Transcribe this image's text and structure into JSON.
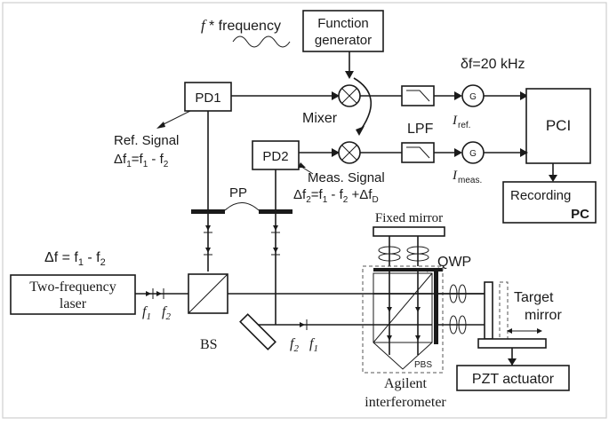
{
  "labels": {
    "function_generator_line1": "Function",
    "function_generator_line2": "generator",
    "f_star_italic": "f",
    "f_star_rest": "* frequency",
    "pd1": "PD1",
    "pd2": "PD2",
    "mixer": "Mixer",
    "lpf": "LPF",
    "g_meter": "G",
    "delta_f_value": "δf=20 kHz",
    "pci": "PCI",
    "i_ref": "I",
    "i_ref_sub": "ref.",
    "i_meas": "I",
    "i_meas_sub": "meas.",
    "recording": "Recording",
    "pc": "PC",
    "ref_signal_line1": "Ref. Signal",
    "ref_signal_line2": "Δf",
    "ref_signal_eq": "=f",
    "ref_signal_sub1": "1",
    "ref_signal_minus": " - f",
    "ref_signal_sub2": "2",
    "meas_signal_line1": "Meas. Signal",
    "meas_signal_line2": "Δf",
    "meas_signal_sub1": "2",
    "meas_signal_eq": "=f",
    "meas_signal_f1": "1",
    "meas_signal_minus": " - f",
    "meas_signal_f2": "2",
    "meas_signal_plus": " +Δf",
    "meas_signal_d": "D",
    "pp": "PP",
    "fixed_mirror": "Fixed mirror",
    "qwp": "QWP",
    "delta_f_eq": "Δf = f",
    "delta_f_eq_sub1": "1",
    "delta_f_eq_minus": " - f",
    "delta_f_eq_sub2": "2",
    "laser_line1": "Two-frequency",
    "laser_line2": "laser",
    "beam_f1": "f",
    "beam_f1_sub": "1",
    "beam_f2": "f",
    "beam_f2_sub": "2",
    "bs": "BS",
    "beam2_f2": "f",
    "beam2_f2_sub": "2",
    "beam2_f1": "f",
    "beam2_f1_sub": "1",
    "pbs": "PBS",
    "agilent_line1": "Agilent",
    "agilent_line2": "interferometer",
    "target_line1": "Target",
    "target_line2": "mirror",
    "pzt": "PZT actuator"
  }
}
